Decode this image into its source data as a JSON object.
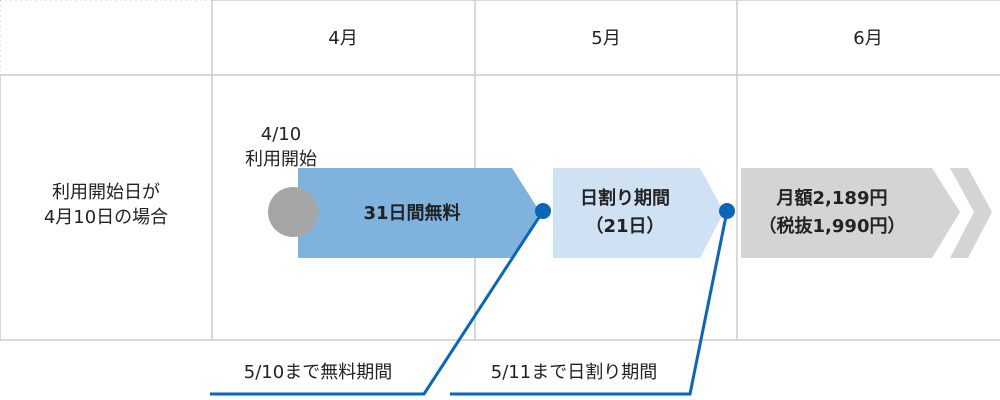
{
  "header": {
    "months": [
      "4月",
      "5月",
      "6月"
    ]
  },
  "row": {
    "label_line1": "利用開始日が",
    "label_line2": "4月10日の場合"
  },
  "start_marker": {
    "date": "4/10",
    "caption": "利用開始"
  },
  "phases": {
    "free": {
      "label": "31日間無料"
    },
    "prorated": {
      "line1": "日割り期間",
      "line2": "（21日）"
    },
    "monthly": {
      "line1": "月額2,189円",
      "line2": "（税抜1,990円）"
    }
  },
  "callouts": {
    "free_until": "5/10まで無料期間",
    "prorated_until": "5/11まで日割り期間"
  },
  "colors": {
    "grid": "#cccccc",
    "free": "#7fb2dc",
    "prorated": "#cfe2f3",
    "monthly": "#d4d4d4",
    "marker": "#a6a6a6",
    "callout_line": "#0a66b8"
  }
}
